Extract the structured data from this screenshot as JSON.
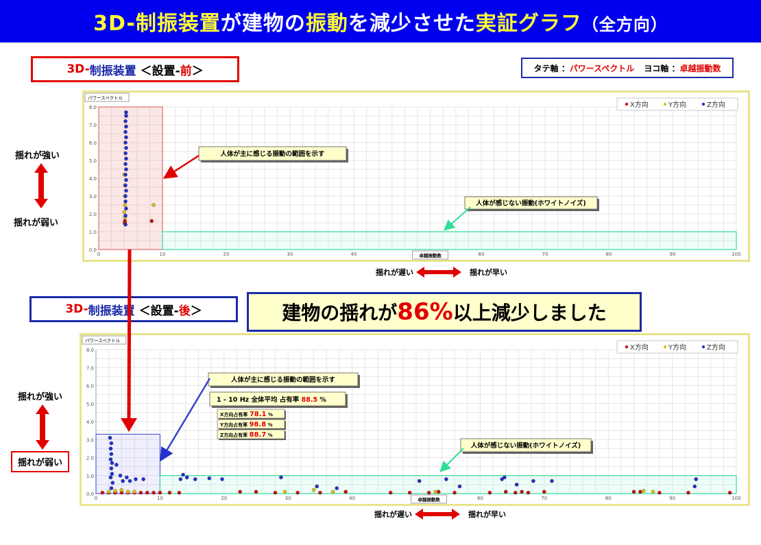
{
  "title": {
    "p1": "3D-制振装置",
    "p2": "が建物の",
    "p3": "振動",
    "p4": "を減少させた",
    "p5": "実証グラフ",
    "p6": "（全方向）"
  },
  "label_before": {
    "p1": "3D-",
    "p2": "制振装置",
    "p3": "＜設置-",
    "p4": "前",
    "p5": "＞"
  },
  "label_after": {
    "p1": "3D-",
    "p2": "制振装置",
    "p3": "＜設置-",
    "p4": "後",
    "p5": "＞"
  },
  "axis_legend": {
    "y_name": "タテ軸 ：",
    "y_val": "パワースペクトル",
    "x_name": "ヨコ軸 ：",
    "x_val": "卓越振動数"
  },
  "result_banner": {
    "p1": "建物の揺れが",
    "p2": "86%",
    "p3": "以上減少しました"
  },
  "side": {
    "strong": "揺れが強い",
    "weak": "揺れが弱い"
  },
  "axis_arrow": {
    "slow": "揺れが遅い",
    "fast": "揺れが早い"
  },
  "colors": {
    "x": "#cc1111",
    "y": "#d8c21a",
    "z": "#2233cc",
    "title_bg": "#0000ee"
  },
  "chart_data": [
    {
      "type": "scatter",
      "name_tag": "パワースペクトル",
      "xlabel": "卓越振動数",
      "ylabel": "",
      "xlim": [
        0,
        100
      ],
      "ylim": [
        0,
        8
      ],
      "xticks": [
        0,
        10,
        20,
        30,
        40,
        50,
        60,
        70,
        80,
        90,
        100
      ],
      "yticks": [
        "0.0",
        "1.0",
        "2.0",
        "3.0",
        "4.0",
        "5.0",
        "6.0",
        "7.0",
        "8.0"
      ],
      "legend": [
        "X方向",
        "Y方向",
        "Z方向"
      ],
      "legend_position": "top-right",
      "annotations": [
        "人体が主に感じる振動の範囲を示す",
        "人体が感じない振動(ホワイトノイズ)"
      ],
      "regions": {
        "human_range": {
          "x": [
            0,
            10
          ],
          "y": [
            0,
            8
          ]
        },
        "white_noise": {
          "x": [
            10,
            100
          ],
          "y": [
            0,
            1
          ]
        }
      },
      "series": [
        {
          "name": "X方向",
          "points": [
            [
              4.1,
              1.5
            ],
            [
              4.1,
              1.6
            ],
            [
              4.1,
              1.45
            ],
            [
              8.3,
              1.6
            ]
          ]
        },
        {
          "name": "Y方向",
          "points": [
            [
              4.1,
              1.8
            ],
            [
              4.0,
              2.1
            ],
            [
              4.1,
              2.5
            ],
            [
              4.1,
              3.0
            ],
            [
              4.1,
              3.6
            ],
            [
              4.0,
              4.2
            ],
            [
              8.6,
              2.5
            ]
          ]
        },
        {
          "name": "Z方向",
          "points": [
            [
              4.2,
              1.4
            ],
            [
              4.2,
              1.9
            ],
            [
              4.3,
              2.3
            ],
            [
              4.2,
              2.7
            ],
            [
              4.2,
              3.0
            ],
            [
              4.3,
              3.3
            ],
            [
              4.2,
              3.6
            ],
            [
              4.3,
              3.9
            ],
            [
              4.2,
              4.2
            ],
            [
              4.3,
              4.5
            ],
            [
              4.2,
              4.8
            ],
            [
              4.3,
              5.1
            ],
            [
              4.2,
              5.4
            ],
            [
              4.3,
              5.7
            ],
            [
              4.2,
              6.0
            ],
            [
              4.3,
              6.3
            ],
            [
              4.2,
              6.6
            ],
            [
              4.3,
              6.9
            ],
            [
              4.2,
              7.2
            ],
            [
              4.3,
              7.5
            ],
            [
              4.3,
              7.7
            ]
          ]
        }
      ]
    },
    {
      "type": "scatter",
      "name_tag": "パワースペクトル",
      "xlabel": "卓越振動数",
      "ylabel": "",
      "xlim": [
        0,
        100
      ],
      "ylim": [
        0,
        8
      ],
      "xticks": [
        0,
        10,
        20,
        30,
        40,
        50,
        60,
        70,
        80,
        90,
        100
      ],
      "yticks": [
        "0.0",
        "1.0",
        "2.0",
        "3.0",
        "4.0",
        "5.0",
        "6.0",
        "7.0",
        "8.0"
      ],
      "legend": [
        "X方向",
        "Y方向",
        "Z方向"
      ],
      "legend_position": "top-right",
      "annotations": [
        "人体が主に感じる振動の範囲を示す",
        "人体が感じない振動(ホワイトノイズ)"
      ],
      "stats": {
        "overall_label": "1 - 10 Hz 全体平均 占有率",
        "overall_value": "88.5",
        "overall_unit": "%",
        "rows": [
          {
            "label": "X方向占有率",
            "value": "78.1",
            "unit": "%"
          },
          {
            "label": "Y方向占有率",
            "value": "98.8",
            "unit": "%"
          },
          {
            "label": "Z方向占有率",
            "value": "88.7",
            "unit": "%"
          }
        ]
      },
      "regions": {
        "human_range": {
          "x": [
            0,
            10
          ],
          "y": [
            0,
            3.3
          ]
        },
        "white_noise": {
          "x": [
            10,
            100
          ],
          "y": [
            0,
            1
          ]
        }
      },
      "series": [
        {
          "name": "X方向",
          "points": [
            [
              1,
              0.05
            ],
            [
              2,
              0.05
            ],
            [
              3,
              0.05
            ],
            [
              4,
              0.05
            ],
            [
              5,
              0.05
            ],
            [
              6,
              0.05
            ],
            [
              7,
              0.05
            ],
            [
              8,
              0.05
            ],
            [
              9,
              0.05
            ],
            [
              10,
              0.05
            ],
            [
              11.5,
              0.05
            ],
            [
              13,
              0.05
            ],
            [
              22.5,
              0.1
            ],
            [
              25,
              0.1
            ],
            [
              28,
              0.05
            ],
            [
              31.5,
              0.05
            ],
            [
              35,
              0.05
            ],
            [
              39,
              0.1
            ],
            [
              46,
              0.05
            ],
            [
              49,
              0.05
            ],
            [
              52,
              0.05
            ],
            [
              53.5,
              0.1
            ],
            [
              56,
              0.05
            ],
            [
              61.5,
              0.05
            ],
            [
              64,
              0.1
            ],
            [
              65.5,
              0.05
            ],
            [
              66.5,
              0.1
            ],
            [
              67.5,
              0.05
            ],
            [
              70,
              0.1
            ],
            [
              84,
              0.1
            ],
            [
              85,
              0.1
            ],
            [
              88,
              0.05
            ],
            [
              92.5,
              0.05
            ],
            [
              99,
              0.05
            ]
          ]
        },
        {
          "name": "Y方向",
          "points": [
            [
              2,
              0.1
            ],
            [
              3,
              0.15
            ],
            [
              4,
              0.2
            ],
            [
              5,
              0.1
            ],
            [
              6,
              0.1
            ],
            [
              29.5,
              0.1
            ],
            [
              34,
              0.2
            ],
            [
              37,
              0.1
            ],
            [
              53,
              0.1
            ],
            [
              85.5,
              0.15
            ],
            [
              87,
              0.1
            ]
          ]
        },
        {
          "name": "Z方向",
          "points": [
            [
              2.2,
              3.1
            ],
            [
              2.4,
              2.8
            ],
            [
              2.3,
              2.5
            ],
            [
              2.4,
              2.2
            ],
            [
              2.3,
              1.9
            ],
            [
              2.5,
              1.7
            ],
            [
              2.4,
              1.4
            ],
            [
              2.5,
              1.1
            ],
            [
              2.3,
              0.9
            ],
            [
              2.6,
              0.6
            ],
            [
              2.4,
              0.3
            ],
            [
              3.2,
              1.6
            ],
            [
              3.8,
              1.0
            ],
            [
              4.2,
              0.7
            ],
            [
              4.8,
              0.9
            ],
            [
              5.3,
              0.7
            ],
            [
              6.2,
              0.8
            ],
            [
              7.4,
              0.8
            ],
            [
              13.2,
              0.8
            ],
            [
              13.6,
              1.05
            ],
            [
              14.2,
              0.9
            ],
            [
              15.5,
              0.8
            ],
            [
              17.7,
              0.85
            ],
            [
              19.7,
              0.8
            ],
            [
              28.9,
              0.9
            ],
            [
              34.5,
              0.4
            ],
            [
              37.6,
              0.3
            ],
            [
              50.5,
              0.7
            ],
            [
              54.7,
              0.8
            ],
            [
              56.8,
              0.4
            ],
            [
              63.4,
              0.8
            ],
            [
              63.8,
              0.9
            ],
            [
              65.7,
              0.5
            ],
            [
              68.3,
              0.7
            ],
            [
              71.2,
              0.7
            ],
            [
              93.7,
              0.8
            ],
            [
              93.5,
              0.4
            ]
          ]
        }
      ]
    }
  ],
  "stats_before_labels": []
}
